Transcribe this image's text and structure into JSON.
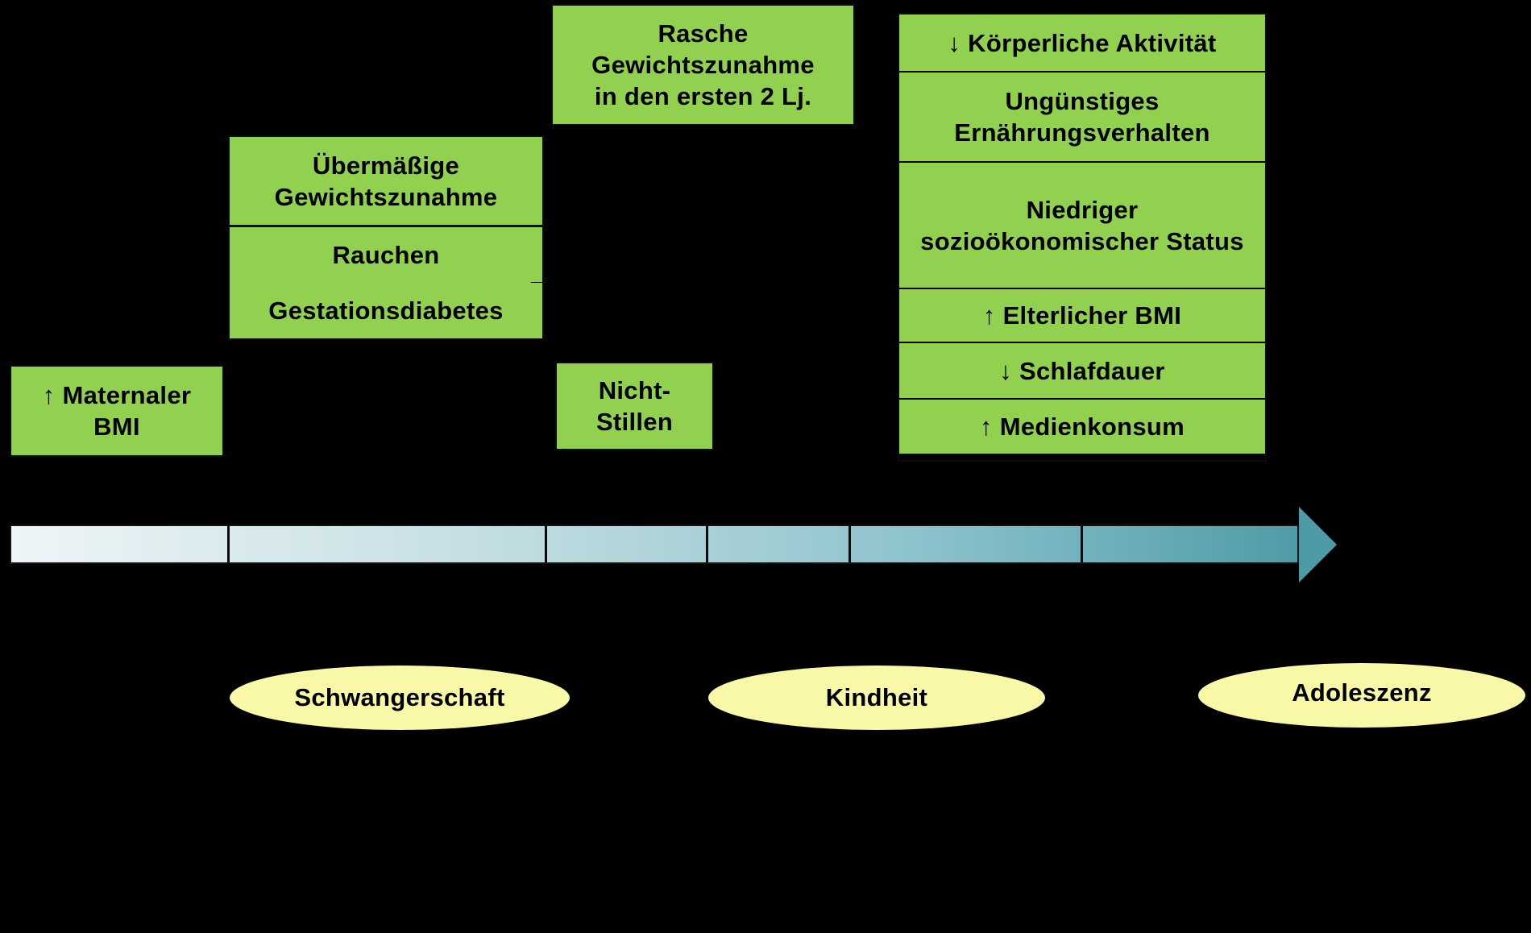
{
  "colors": {
    "background": "#000000",
    "box_green": "#92d050",
    "ellipse_yellow": "#f8f8a6",
    "arrow_gradient_start": "#eef5f7",
    "arrow_gradient_end": "#4e9ca7"
  },
  "risk_boxes": {
    "rapid_weight_gain": {
      "lines": [
        "Rasche",
        "Gewichtszunahme",
        "in den ersten 2 Lj."
      ]
    },
    "pregnancy_group": {
      "excessive_weight_gain": {
        "lines": [
          "Übermäßige",
          "Gewichtszunahme"
        ]
      },
      "smoking": "Rauchen",
      "gestational_diabetes": "Gestationsdiabetes"
    },
    "maternal_bmi": {
      "lines": [
        "↑ Maternaler",
        "BMI"
      ]
    },
    "non_breastfeeding": {
      "lines": [
        "Nicht-",
        "Stillen"
      ]
    },
    "childhood_group": [
      "↓ Körperliche Aktivität",
      "Ungünstiges Ernährungsverhalten",
      "Niedriger sozioökonomischer Status",
      "↑ Elterlicher BMI",
      "↓ Schlafdauer",
      "↑ Medienkonsum"
    ]
  },
  "timeline": {
    "stages": [
      "Schwangerschaft",
      "Kindheit",
      "Adoleszenz"
    ]
  }
}
